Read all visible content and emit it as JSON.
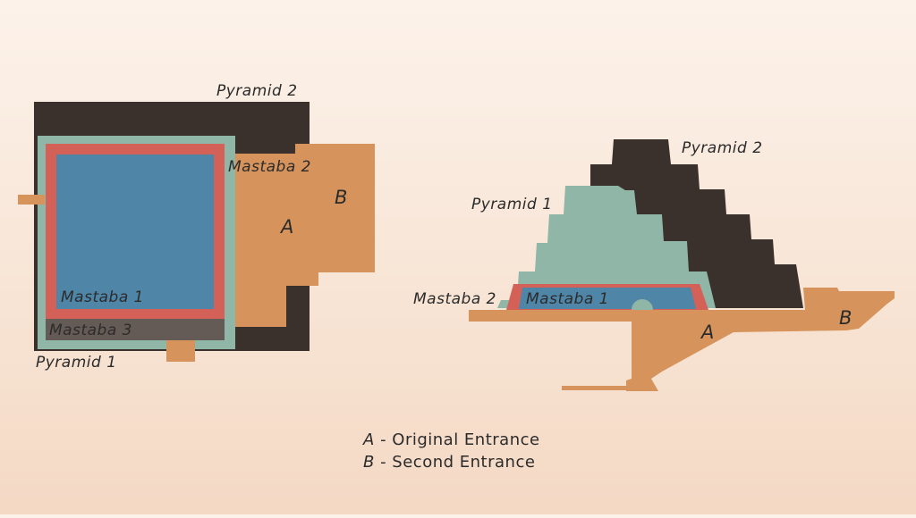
{
  "colors": {
    "background_top": "#fcf2ea",
    "background_bottom": "#f4d9c4",
    "pyramid_2": "#3a302c",
    "pyramid_1": "#8fb6a6",
    "mastaba_1": "#4f86a8",
    "mastaba_2": "#d36158",
    "mastaba_3": "#655b56",
    "entrance_passage": "#d6945c",
    "text": "#2b2b2b"
  },
  "plan_view": {
    "labels": {
      "pyramid_2": "Pyramid 2",
      "pyramid_1": "Pyramid 1",
      "mastaba_1": "Mastaba 1",
      "mastaba_2": "Mastaba 2",
      "mastaba_3": "Mastaba 3",
      "entrance_a": "A",
      "entrance_b": "B"
    }
  },
  "section_view": {
    "labels": {
      "pyramid_2": "Pyramid 2",
      "pyramid_1": "Pyramid 1",
      "mastaba_1": "Mastaba 1",
      "mastaba_2": "Mastaba 2",
      "entrance_a": "A",
      "entrance_b": "B"
    }
  },
  "legend": {
    "items": [
      {
        "key": "A",
        "text": "- Original Entrance"
      },
      {
        "key": "B",
        "text": "- Second Entrance"
      }
    ]
  }
}
